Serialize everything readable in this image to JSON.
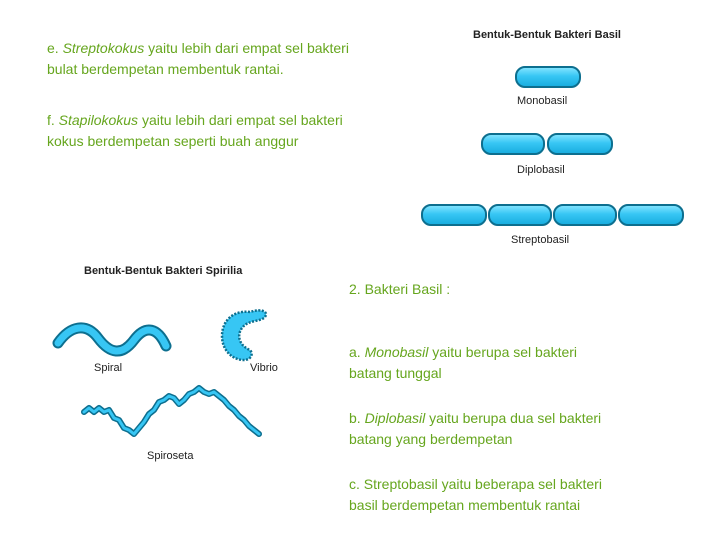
{
  "left_text": {
    "e_prefix": "e. ",
    "e_term": "Streptokokus",
    "e_rest": " yaitu lebih dari empat sel bakteri",
    "e_line2": "bulat berdempetan membentuk rantai.",
    "f_prefix": "f. ",
    "f_term": "Stapilokokus",
    "f_rest": " yaitu lebih dari empat sel bakteri",
    "f_line2": "kokus berdempetan seperti buah anggur"
  },
  "basil_figure": {
    "title": "Bentuk-Bentuk Bakteri Basil",
    "labels": {
      "mono": "Monobasil",
      "diplo": "Diplobasil",
      "strepto": "Streptobasil"
    }
  },
  "spirilia_figure": {
    "title": "Bentuk-Bentuk Bakteri Spirilia",
    "labels": {
      "spiral": "Spiral",
      "vibrio": "Vibrio",
      "spiroseta": "Spiroseta"
    }
  },
  "right_text": {
    "heading": "2. Bakteri Basil :",
    "a_prefix": "a. ",
    "a_term": "Monobasil",
    "a_rest": " yaitu berupa sel bakteri",
    "a_line2": "batang tunggal",
    "b_prefix": "b. ",
    "b_term": "Diplobasil",
    "b_rest": " yaitu berupa dua sel bakteri",
    "b_line2": "batang yang berdempetan",
    "c_line1": "c. Streptobasil yaitu beberapa sel bakteri",
    "c_line2": "basil berdempetan membentuk rantai"
  },
  "colors": {
    "text_green": "#66a61e",
    "bacteria_fill": "#37c6f4",
    "bacteria_outline": "#0d6f8f"
  }
}
